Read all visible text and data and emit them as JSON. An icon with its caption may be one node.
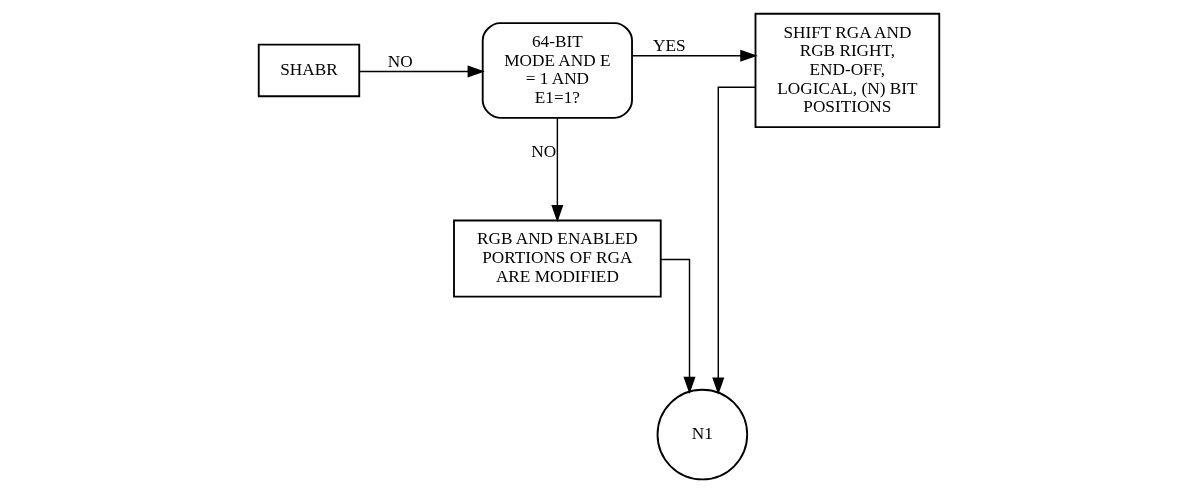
{
  "diagram": {
    "nodes": [
      {
        "text": [
          "SHABR"
        ]
      },
      {
        "text": [
          "64-BIT MODE AND E = 1 AND E1=1?"
        ]
      },
      {
        "text": [
          "SHIFT RGA AND RGB RIGHT, END-OFF, LOGICAL, (N) BIT POSITIONS"
        ]
      },
      {
        "text": [
          "RGB AND ENABLED PORTIONS OF RGA ARE MODIFIED"
        ]
      },
      {
        "text": [
          "N1"
        ]
      }
    ],
    "edges": [
      {
        "from": 0,
        "to": 1,
        "arrow": "to",
        "label": "NO"
      },
      {
        "from": 1,
        "to": 2,
        "arrow": "to",
        "label": "YES"
      },
      {
        "from": 1,
        "to": 3,
        "arrow": "to",
        "label": "NO"
      },
      {
        "from": 3,
        "to": 4,
        "arrow": "to"
      },
      {
        "from": 2,
        "to": 4,
        "arrow": "to"
      }
    ]
  }
}
